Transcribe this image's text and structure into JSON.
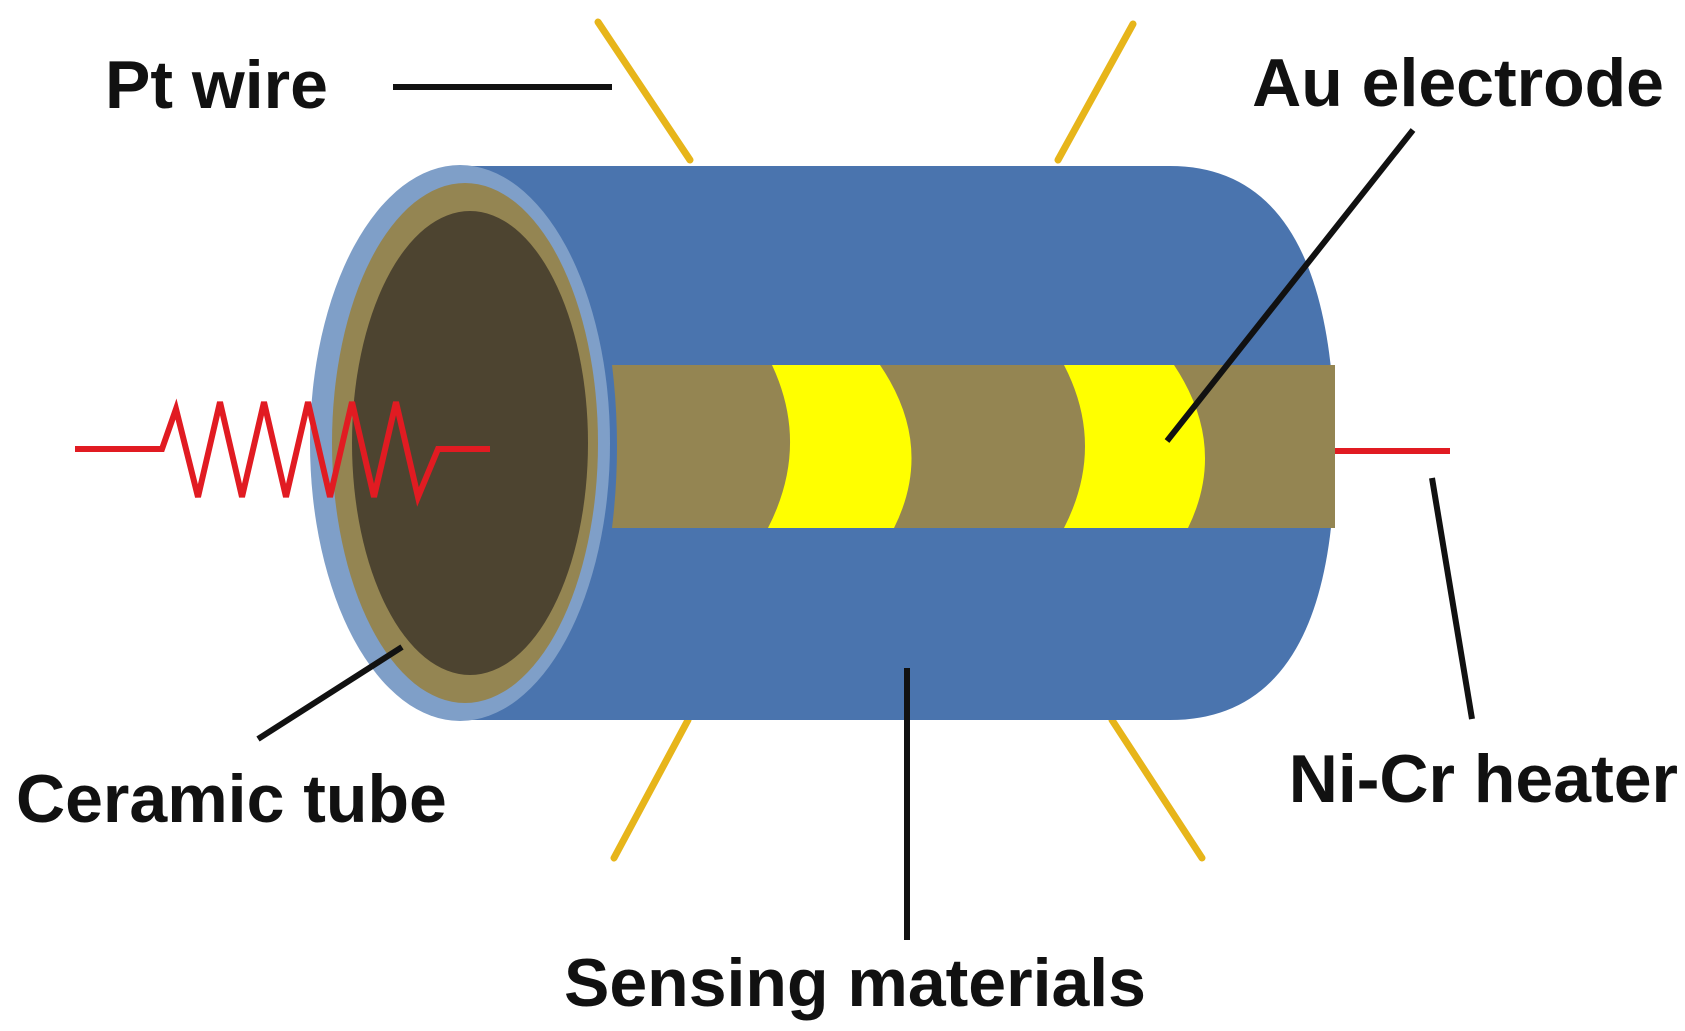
{
  "labels": {
    "pt_wire": "Pt wire",
    "au_electrode": "Au electrode",
    "ceramic_tube": "Ceramic tube",
    "ni_cr_heater": "Ni-Cr heater",
    "sensing_materials": "Sensing materials"
  },
  "colors": {
    "sensing_material": "#4a74ae",
    "sensing_material_rim": "#7f9fc8",
    "ceramic_tube": "#948552",
    "tube_interior": "#4d4430",
    "au_electrode": "#ffff00",
    "pt_wire": "#e7b51a",
    "heater_coil": "#e11b22",
    "leader_line": "#111111"
  }
}
